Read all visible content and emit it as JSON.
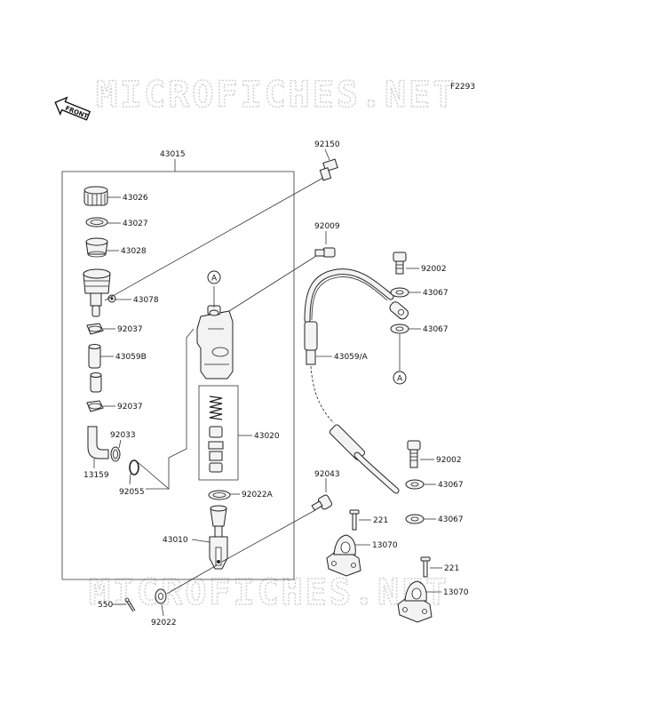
{
  "figure_code": "F2293",
  "front_label": "FRONT",
  "watermark_text": "MICROFICHES.NET",
  "circle_marker": "A",
  "parts": {
    "p43015": "43015",
    "p92150": "92150",
    "p43026": "43026",
    "p43027": "43027",
    "p43028": "43028",
    "p43078": "43078",
    "p92037_a": "92037",
    "p43059b": "43059B",
    "p92037_b": "92037",
    "p92033": "92033",
    "p13159": "13159",
    "p92055": "92055",
    "p43020": "43020",
    "p92022a": "92022A",
    "p43010": "43010",
    "p550": "550",
    "p92022": "92022",
    "p92009": "92009",
    "p92002_a": "92002",
    "p43067_a": "43067",
    "p43067_b": "43067",
    "p43059a": "43059/A",
    "p92002_b": "92002",
    "p43067_c": "43067",
    "p43067_d": "43067",
    "p92043": "92043",
    "p221_a": "221",
    "p13070_a": "13070",
    "p221_b": "221",
    "p13070_b": "13070"
  },
  "colors": {
    "ink": "#222222",
    "watermark": "#d2d2d2",
    "background": "#ffffff"
  }
}
